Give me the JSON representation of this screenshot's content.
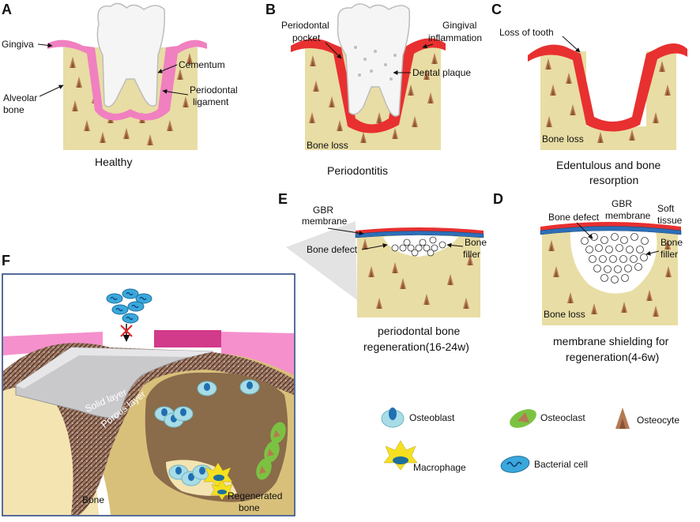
{
  "panels": {
    "A": {
      "letter": "A",
      "caption": "Healthy",
      "labels": {
        "gingiva": "Gingiva",
        "cementum": "Cementum",
        "alveolar1": "Alveolar",
        "alveolar2": "bone",
        "pdl1": "Periodontal",
        "pdl2": "ligament"
      }
    },
    "B": {
      "letter": "B",
      "caption": "Periodontitis",
      "labels": {
        "pocket1": "Periodontal",
        "pocket2": "pocket",
        "ging1": "Gingival",
        "ging2": "inflammation",
        "plaque": "Dental plaque",
        "boneloss": "Bone loss"
      }
    },
    "C": {
      "letter": "C",
      "caption1": "Edentulous and bone",
      "caption2": "resorption",
      "labels": {
        "loss": "Loss of tooth",
        "boneloss": "Bone loss"
      }
    },
    "D": {
      "letter": "D",
      "caption1": "membrane shielding for",
      "caption2": "regeneration(4-6w)",
      "labels": {
        "defect": "Bone defect",
        "gbr1": "GBR",
        "gbr2": "membrane",
        "soft1": "Soft",
        "soft2": "tissue",
        "filler1": "Bone",
        "filler2": "filler",
        "boneloss": "Bone loss"
      }
    },
    "E": {
      "letter": "E",
      "caption1": "periodontal bone",
      "caption2": "regeneration(16-24w)",
      "labels": {
        "gbr1": "GBR",
        "gbr2": "membrane",
        "defect": "Bone defect",
        "filler1": "Bone",
        "filler2": "filler"
      }
    },
    "F": {
      "letter": "F",
      "labels": {
        "solid": "Solid layer",
        "porous": "Porous layer",
        "bone": "Bone",
        "regen1": "Regenerated",
        "regen2": "bone"
      }
    }
  },
  "legend": {
    "osteoblast": "Osteoblast",
    "osteoclast": "Osteoclast",
    "osteocyte": "Osteocyte",
    "macrophage": "Macrophage",
    "bacterial": "Bacterial cell"
  },
  "colors": {
    "bone": "#e8dda4",
    "gingiva_healthy": "#f080c0",
    "gingiva_inflamed": "#e83030",
    "membrane": "#2d6fb8",
    "osteocyte": "#b57a52",
    "osteoblast": "#a8dce6",
    "osteoclast": "#7cc242",
    "bacteria": "#3aa8dc"
  }
}
